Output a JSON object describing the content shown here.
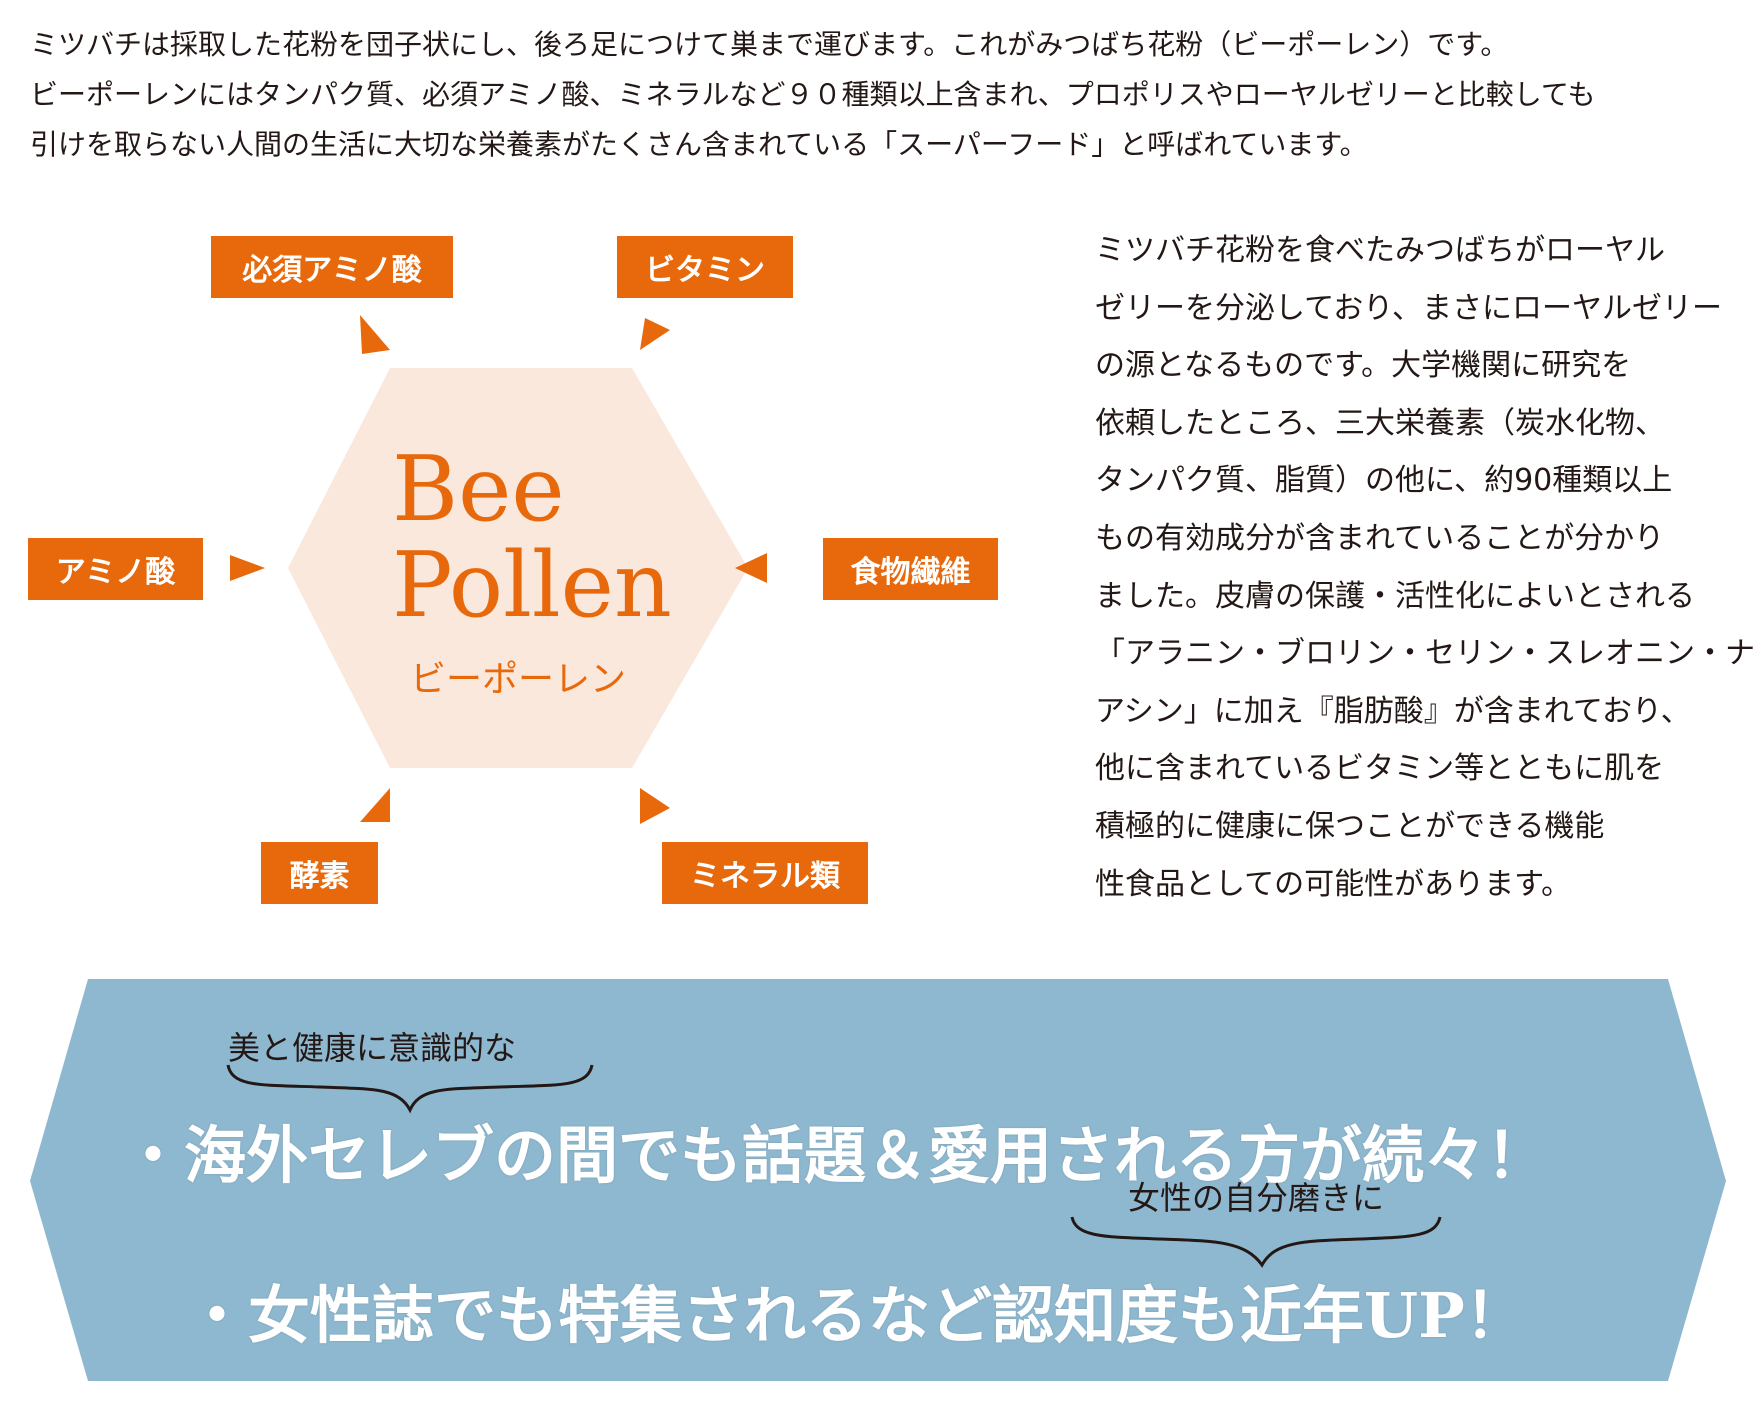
{
  "intro": {
    "lines": [
      "ミツバチは採取した花粉を団子状にし、後ろ足につけて巣まで運びます。これがみつばち花粉（ビーポーレン）です。",
      "ビーポーレンにはタンパク質、必須アミノ酸、ミネラルなど９０種類以上含まれ、プロポリスやローヤルゼリーと比較しても",
      "引けを取らない人間の生活に大切な栄養素がたくさん含まれている「スーパーフード」と呼ばれています。"
    ]
  },
  "diagram": {
    "center_en_1": "Bee",
    "center_en_2": "Pollen",
    "center_ja": "ビーポーレン",
    "labels": {
      "top_left": "必須アミノ酸",
      "top_right": "ビタミン",
      "left": "アミノ酸",
      "right": "食物繊維",
      "bottom_left": "酵素",
      "bottom_right": "ミネラル類"
    },
    "colors": {
      "accent": "#e8690b",
      "hex_fill": "#fbe8dc"
    }
  },
  "side": {
    "lines": [
      "ミツバチ花粉を食べたみつばちがローヤル",
      "ゼリーを分泌しており、まさにローヤルゼリー",
      "の源となるものです。大学機関に研究を",
      "依頼したところ、三大栄養素（炭水化物、",
      "タンパク質、脂質）の他に、約90種類以上",
      "もの有効成分が含まれていることが分かり",
      "ました。皮膚の保護・活性化によいとされる",
      "「アラニン・ブロリン・セリン・スレオニン・ナイ",
      "アシン」に加え『脂肪酸』が含まれており、",
      "他に含まれているビタミン等とともに肌を",
      "積極的に健康に保つことができる機能",
      "性食品としての可能性があります。"
    ]
  },
  "banner": {
    "note1": "美と健康に意識的な",
    "line1": "・海外セレブの間でも話題＆愛用される方が続々！",
    "note2": "女性の自分磨きに",
    "line2": "・女性誌でも特集されるなど認知度も近年UP！",
    "colors": {
      "fill": "#8eb8cf"
    }
  }
}
